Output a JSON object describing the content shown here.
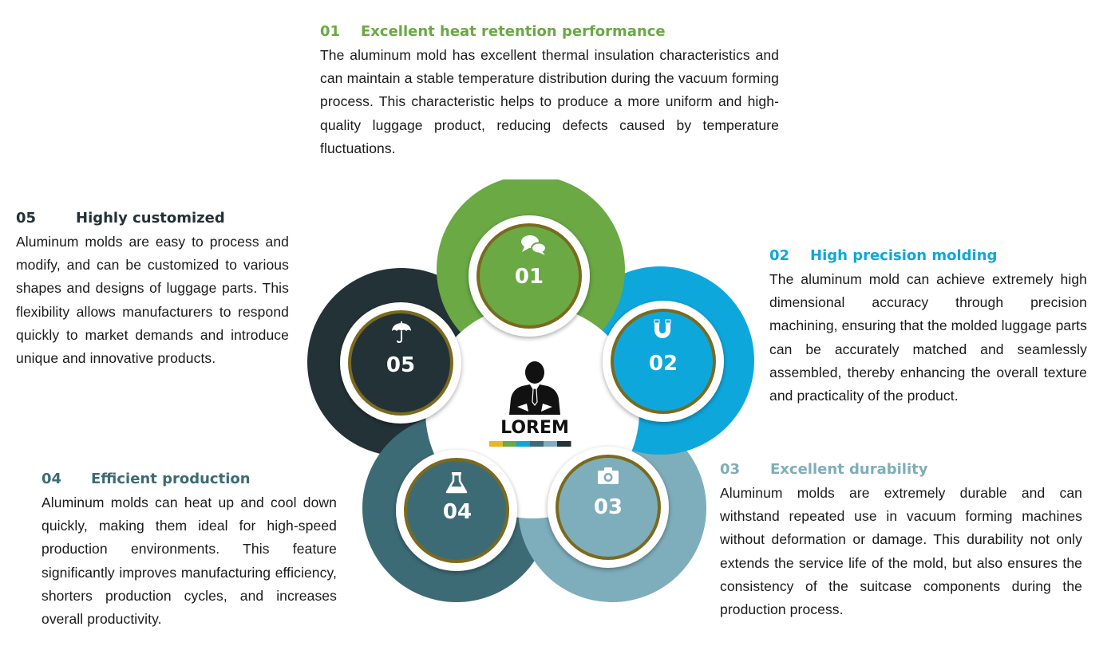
{
  "center": {
    "label": "LOREM",
    "icon": "businessman-icon",
    "bar_colors": [
      "#e8b722",
      "#6aa944",
      "#0ea7dc",
      "#3c6b75",
      "#7eadbb",
      "#233236"
    ]
  },
  "steps": [
    {
      "number": "01",
      "title": "Excellent heat retention performance",
      "icon": "chat-bubbles-icon",
      "color": "#6aa944",
      "text": "The aluminum mold has excellent thermal insulation characteristics and can maintain a stable temperature distribution during the vacuum forming process.    This characteristic helps to produce a more uniform and high-quality luggage product, reducing defects caused by temperature fluctuations."
    },
    {
      "number": "02",
      "title": "High precision molding",
      "icon": "magnet-icon",
      "color": "#0ea7dc",
      "text": "The aluminum mold can achieve extremely high dimensional accuracy through precision machining, ensuring that the molded luggage parts can be accurately matched and seamlessly assembled, thereby enhancing the overall texture and practicality of the product."
    },
    {
      "number": "03",
      "title": "Excellent durability",
      "icon": "camera-icon",
      "color": "#7eadbb",
      "text": "Aluminum molds are extremely durable and can withstand repeated use in vacuum forming machines without deformation or damage. This durability not only extends the service life of the mold, but also ensures the consistency of the suitcase components during the production process."
    },
    {
      "number": "04",
      "title": "Efficient production",
      "icon": "flask-icon",
      "color": "#3c6b75",
      "text": "Aluminum molds can heat up and cool down quickly, making them ideal for high-speed production environments. This feature significantly improves manufacturing efficiency, shorters production cycles, and increases overall productivity."
    },
    {
      "number": "05",
      "title": "Highly customized",
      "icon": "umbrella-icon",
      "color": "#233236",
      "text": "Aluminum molds are easy to process and modify, and can be customized to various shapes and designs of luggage parts.    This flexibility allows manufacturers to respond quickly to market demands and introduce unique and innovative products."
    }
  ],
  "ring_color": "#7a6a1e"
}
